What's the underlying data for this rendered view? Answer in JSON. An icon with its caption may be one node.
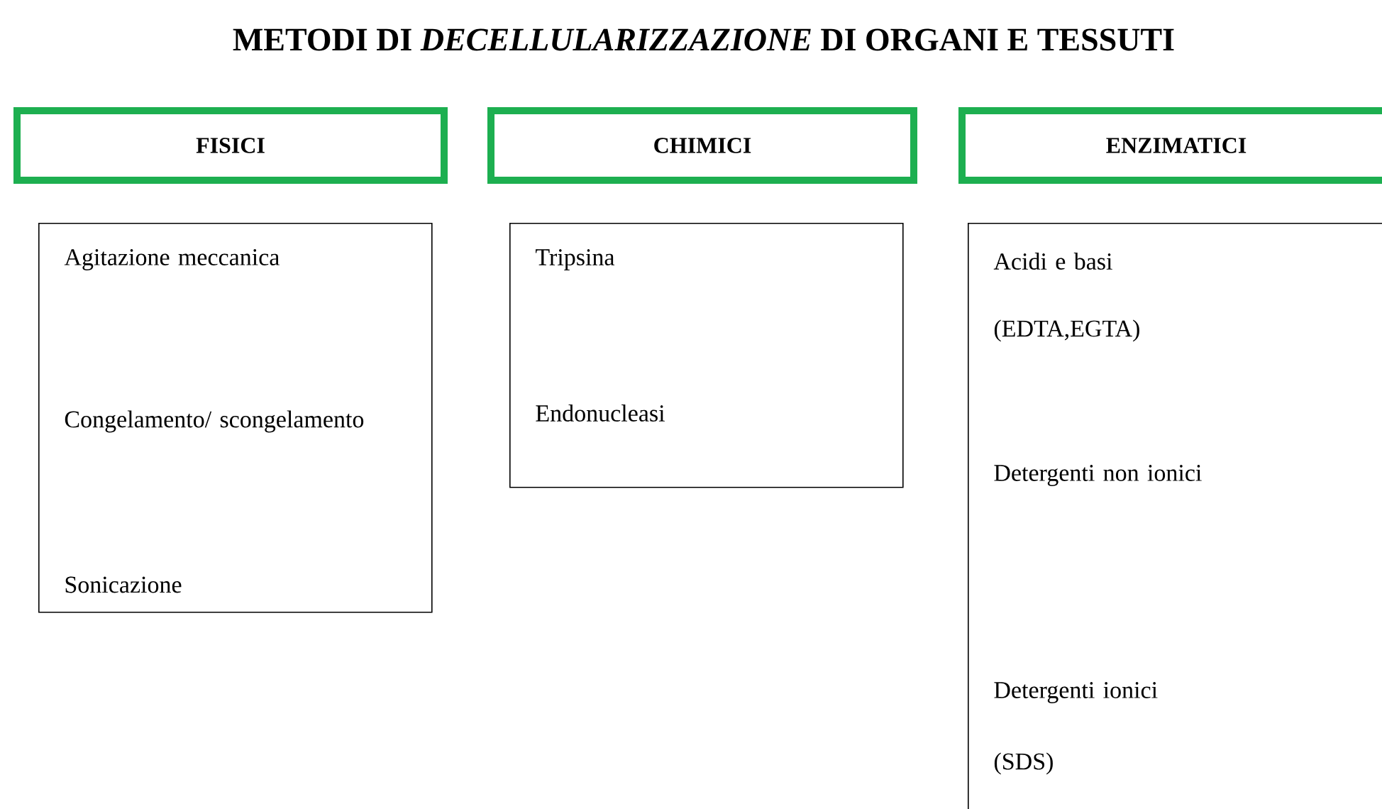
{
  "diagram": {
    "title": "METODI DI *DECELLULARIZZAZIONE* DI ORGANI E TESSUTI",
    "nodes": [
      {
        "text": [
          "FISICI"
        ]
      },
      {
        "text": [
          "CHIMICI"
        ]
      },
      {
        "text": [
          "ENZIMATICI"
        ]
      },
      {
        "text": [
          "Agitazione meccanica",
          "Congelamento/ scongelamento",
          "Sonicazione"
        ]
      },
      {
        "text": [
          "Tripsina",
          "Endonucleasi"
        ]
      },
      {
        "text": [
          "Acidi e basi",
          "(EDTA,EGTA)",
          "Detergenti non ionici",
          "Detergenti ionici",
          "(SDS)"
        ]
      }
    ]
  }
}
